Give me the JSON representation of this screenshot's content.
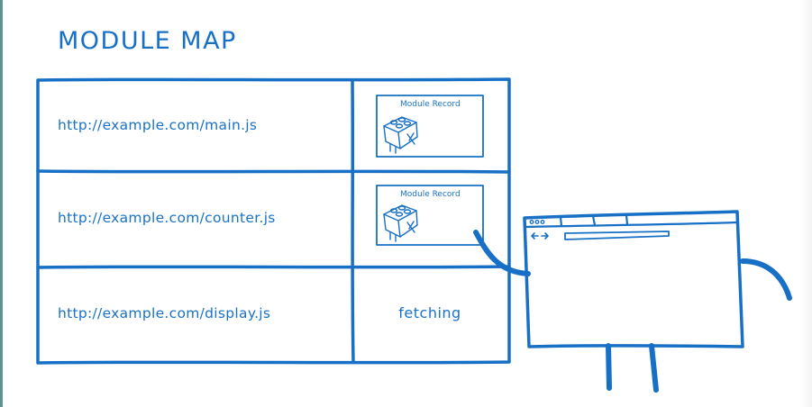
{
  "title": "MODULE MAP",
  "colors": {
    "ink": "#1870c6",
    "background": "#ffffff"
  },
  "module_map": {
    "rows": [
      {
        "url": "http://example.com/main.js",
        "entry": {
          "type": "module-record",
          "label": "Module Record"
        }
      },
      {
        "url": "http://example.com/counter.js",
        "entry": {
          "type": "module-record",
          "label": "Module Record"
        }
      },
      {
        "url": "http://example.com/display.js",
        "entry": {
          "type": "status",
          "label": "fetching"
        }
      }
    ]
  },
  "browser_character": {
    "icons": [
      "window-dots-icon",
      "back-arrow-icon",
      "forward-arrow-icon",
      "address-bar"
    ],
    "pointing_at": "http://example.com/counter.js"
  }
}
